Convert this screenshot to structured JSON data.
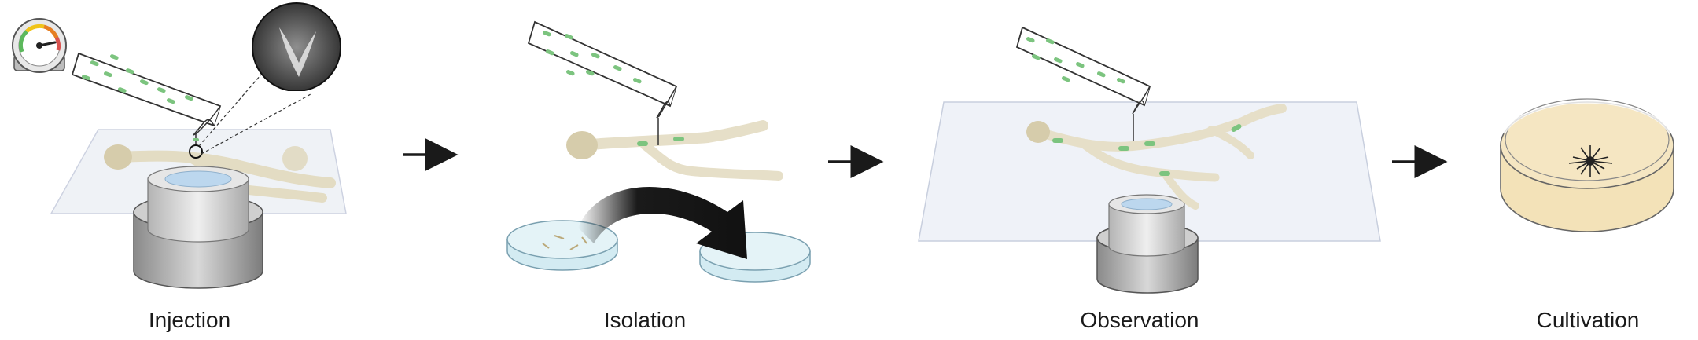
{
  "steps": [
    {
      "id": "injection",
      "label": "Injection"
    },
    {
      "id": "isolation",
      "label": "Isolation"
    },
    {
      "id": "observation",
      "label": "Observation"
    },
    {
      "id": "cultivation",
      "label": "Cultivation"
    }
  ],
  "colors": {
    "bacteria": "#7cc47f",
    "hypha": "#e6dfc8",
    "hypha_edge": "#cfc6a8",
    "glass_slide": "#e8ecf4",
    "plate_liquid": "#d3ebf2",
    "cultivation_agar": "#f5e6c2",
    "arrow": "#1a1a1a",
    "gauge_green": "#5cb85c",
    "gauge_yellow": "#f0c419",
    "gauge_red": "#d9534f"
  },
  "icons": {
    "pressure_gauge": "pressure-gauge-icon",
    "magnifier_inset": "tip-magnified-inset",
    "transfer_arrow": "curved-transfer-arrow"
  }
}
